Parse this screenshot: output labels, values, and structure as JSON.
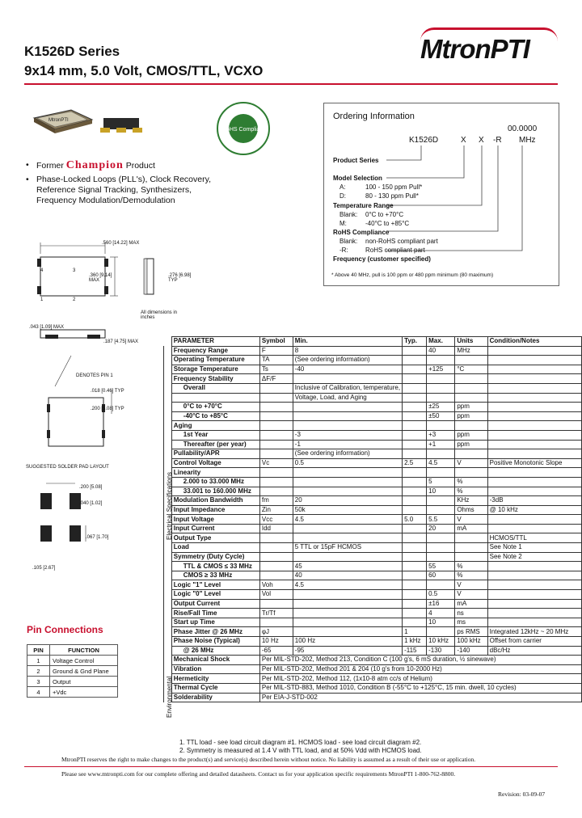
{
  "header": {
    "series": "K1526D Series",
    "subtitle": "9x14 mm, 5.0 Volt, CMOS/TTL, VCXO",
    "logo": "MtronPTI",
    "rohs_text": "RoHS Compliant"
  },
  "package_label": "MtronPTI",
  "bullets": {
    "former": "Former",
    "champion": "Champion",
    "product": "Product",
    "apps": "Phase-Locked Loops (PLL's), Clock Recovery, Reference Signal Tracking, Synthesizers, Frequency Modulation/Demodulation"
  },
  "ordering": {
    "title": "Ordering Information",
    "freq": "00.0000",
    "code": [
      "K1526D",
      "X",
      "X",
      "-R",
      "MHz"
    ],
    "product_series": "Product Series",
    "model_selection": "Model Selection",
    "model_a": "A:",
    "model_a_val": "100 - 150 ppm Pull*",
    "model_d": "D:",
    "model_d_val": "80 - 130 ppm Pull*",
    "temp_range": "Temperature Range",
    "blank": "Blank:",
    "blank_val": "0°C to +70°C",
    "m": "M:",
    "m_val": "-40°C to +85°C",
    "rohs": "RoHS Compliance",
    "rohs_blank": "Blank:",
    "rohs_blank_val": "non-RoHS compliant part",
    "rohs_r": "-R:",
    "rohs_r_val": "RoHS compliant part",
    "freq_spec": "Frequency (customer specified)",
    "note": "* Above 40 MHz, pull is 100 ppm or 480 ppm minimum (80 maximum)"
  },
  "dims": {
    "d1": ".560 [14.22] MAX",
    "d2": ".360 [9.14] MAX",
    "d3": ".276 [6.98] TYP",
    "d4": ".043 [1.09] MAX",
    "d5": ".187 [4.75] MAX",
    "d6": "DENOTES PIN 1",
    "d7": ".018 [0.46] TYP",
    "d8": ".200 [5.08] TYP",
    "all_dim": "All dimensions in inches",
    "solder": "SUGGESTED SOLDER PAD LAYOUT",
    "s1": ".200 [5.08]",
    "s2": ".040 [1.02]",
    "s3": ".067 [1.70]",
    "s4": ".105 [2.67]",
    "pin_a": "4",
    "pin_b": "3",
    "pin_c": "1",
    "pin_d": "2"
  },
  "spec_table": {
    "side_elec": "Electrical Specifications",
    "side_env": "Environmental",
    "headers": [
      "PARAMETER",
      "Symbol",
      "Min.",
      "Typ.",
      "Max.",
      "Units",
      "Condition/Notes"
    ],
    "rows": [
      [
        "Frequency Range",
        "F",
        "8",
        "",
        "40",
        "MHz",
        ""
      ],
      [
        "Operating Temperature",
        "TA",
        "(See ordering information)",
        "",
        "",
        "",
        ""
      ],
      [
        "Storage Temperature",
        "Ts",
        "-40",
        "",
        "+125",
        "°C",
        ""
      ],
      [
        "Frequency Stability",
        "ΔF/F",
        "",
        "",
        "",
        "",
        ""
      ],
      [
        "Overall",
        "",
        "Inclusive of Calibration, temperature,",
        "",
        "",
        "",
        ""
      ],
      [
        "",
        "",
        "Voltage, Load, and Aging",
        "",
        "",
        "",
        ""
      ],
      [
        "0°C to +70°C",
        "",
        "",
        "",
        "±25",
        "ppm",
        ""
      ],
      [
        "-40°C to +85°C",
        "",
        "",
        "",
        "±50",
        "ppm",
        ""
      ],
      [
        "Aging",
        "",
        "",
        "",
        "",
        "",
        ""
      ],
      [
        "1st Year",
        "",
        "-3",
        "",
        "+3",
        "ppm",
        ""
      ],
      [
        "Thereafter (per year)",
        "",
        "-1",
        "",
        "+1",
        "ppm",
        ""
      ],
      [
        "Pullability/APR",
        "",
        "(See ordering information)",
        "",
        "",
        "",
        ""
      ],
      [
        "Control Voltage",
        "Vc",
        "0.5",
        "2.5",
        "4.5",
        "V",
        "Positive Monotonic Slope"
      ],
      [
        "Linearity",
        "",
        "",
        "",
        "",
        "",
        ""
      ],
      [
        "2.000 to 33.000 MHz",
        "",
        "",
        "",
        "5",
        "%",
        ""
      ],
      [
        "33.001 to 160.000 MHz",
        "",
        "",
        "",
        "10",
        "%",
        ""
      ],
      [
        "Modulation Bandwidth",
        "fm",
        "20",
        "",
        "",
        "KHz",
        "-3dB"
      ],
      [
        "Input Impedance",
        "Zin",
        "50k",
        "",
        "",
        "Ohms",
        "@ 10 kHz"
      ],
      [
        "Input Voltage",
        "Vcc",
        "4.5",
        "5.0",
        "5.5",
        "V",
        ""
      ],
      [
        "Input Current",
        "Idd",
        "",
        "",
        "20",
        "mA",
        ""
      ],
      [
        "Output Type",
        "",
        "",
        "",
        "",
        "",
        "HCMOS/TTL"
      ],
      [
        "Load",
        "",
        "5 TTL or 15pF HCMOS",
        "",
        "",
        "",
        "See Note 1"
      ],
      [
        "Symmetry (Duty Cycle)",
        "",
        "",
        "",
        "",
        "",
        "See Note 2"
      ],
      [
        "TTL & CMOS ≤ 33 MHz",
        "",
        "45",
        "",
        "55",
        "%",
        ""
      ],
      [
        "CMOS ≥ 33 MHz",
        "",
        "40",
        "",
        "60",
        "%",
        ""
      ],
      [
        "Logic \"1\" Level",
        "Voh",
        "4.5",
        "",
        "",
        "V",
        ""
      ],
      [
        "Logic \"0\" Level",
        "Vol",
        "",
        "",
        "0.5",
        "V",
        ""
      ],
      [
        "Output Current",
        "",
        "",
        "",
        "±16",
        "mA",
        ""
      ],
      [
        "Rise/Fall Time",
        "Tr/Tf",
        "",
        "",
        "4",
        "ns",
        ""
      ],
      [
        "Start up Time",
        "",
        "",
        "",
        "10",
        "ms",
        ""
      ],
      [
        "Phase Jitter @ 26 MHz",
        "φJ",
        "",
        "1",
        "",
        "ps RMS",
        "Integrated 12kHz ~ 20 MHz"
      ],
      [
        "Phase Noise (Typical)",
        "10 Hz",
        "100 Hz",
        "1 kHz",
        "10 kHz",
        "100 kHz",
        "Offset from carrier"
      ],
      [
        "@ 26 MHz",
        "-65",
        "-95",
        "-115",
        "-130",
        "-140",
        "dBc/Hz"
      ]
    ],
    "env_rows": [
      [
        "Mechanical Shock",
        "Per MIL-STD-202, Method 213, Condition C (100 g's, 6 mS duration, ½ sinewave)"
      ],
      [
        "Vibration",
        "Per MIL-STD-202, Method 201 & 204 (10 g's from 10-2000 Hz)"
      ],
      [
        "Hermeticity",
        "Per MIL-STD-202, Method 112, (1x10-8 atm cc/s of Helium)"
      ],
      [
        "Thermal Cycle",
        "Per MIL-STD-883, Method 1010, Condition B (-55°C to +125°C, 15 min. dwell, 10 cycles)"
      ],
      [
        "Solderability",
        "Per EIA-J-STD-002"
      ]
    ]
  },
  "pins": {
    "title": "Pin Connections",
    "headers": [
      "PIN",
      "FUNCTION"
    ],
    "rows": [
      [
        "1",
        "Voltage Control"
      ],
      [
        "2",
        "Ground & Gnd Plane"
      ],
      [
        "3",
        "Output"
      ],
      [
        "4",
        "+Vdc"
      ]
    ]
  },
  "notes": {
    "n1": "1.  TTL load - see load circuit diagram #1.  HCMOS load - see load circuit diagram #2.",
    "n2": "2.  Symmetry is measured at 1.4 V with TTL load, and at 50% Vdd with HCMOS load."
  },
  "footer": {
    "line1": "MtronPTI reserves the right to make changes to the product(s) and service(s) described herein without notice. No liability is assumed as a result of their use or application.",
    "line2": "Please see www.mtronpti.com for our complete offering and detailed datasheets. Contact us for your application specific requirements MtronPTI 1-800-762-8800.",
    "revision": "Revision: 03-09-07"
  },
  "colors": {
    "accent": "#c8102e",
    "green": "#2e7d32"
  }
}
